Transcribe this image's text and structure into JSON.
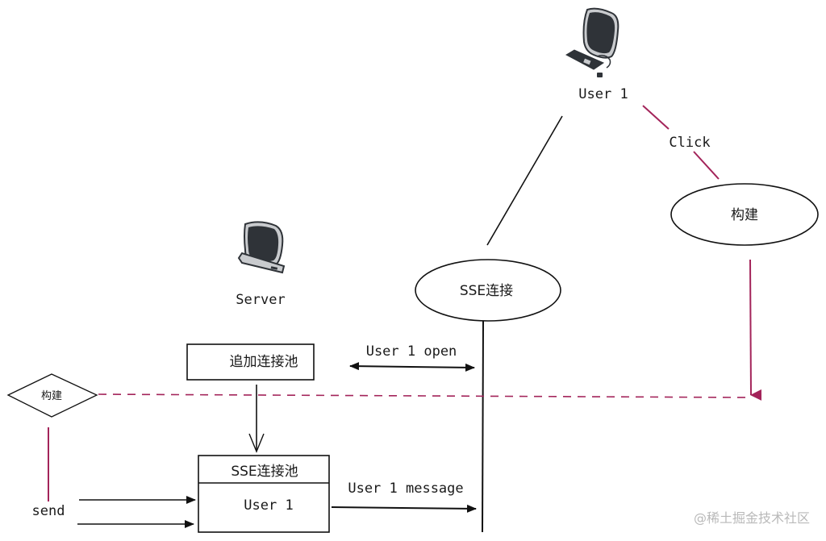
{
  "nodes": {
    "user_label": "User 1",
    "server_label": "Server",
    "click_label": "Click",
    "build_ellipse": "构建",
    "sse_ellipse": "SSE连接",
    "append_pool": "追加连接池",
    "build_diamond": "构建",
    "pool_header": "SSE连接池",
    "pool_item": "User 1",
    "send_label": "send"
  },
  "edges": {
    "open_label": "User 1 open",
    "message_label": "User 1 message"
  },
  "colors": {
    "accent": "#a3245a",
    "stroke": "#111111",
    "icon_dark": "#2f3338",
    "icon_light": "#c9cbce"
  },
  "watermark": "@稀土掘金技术社区"
}
